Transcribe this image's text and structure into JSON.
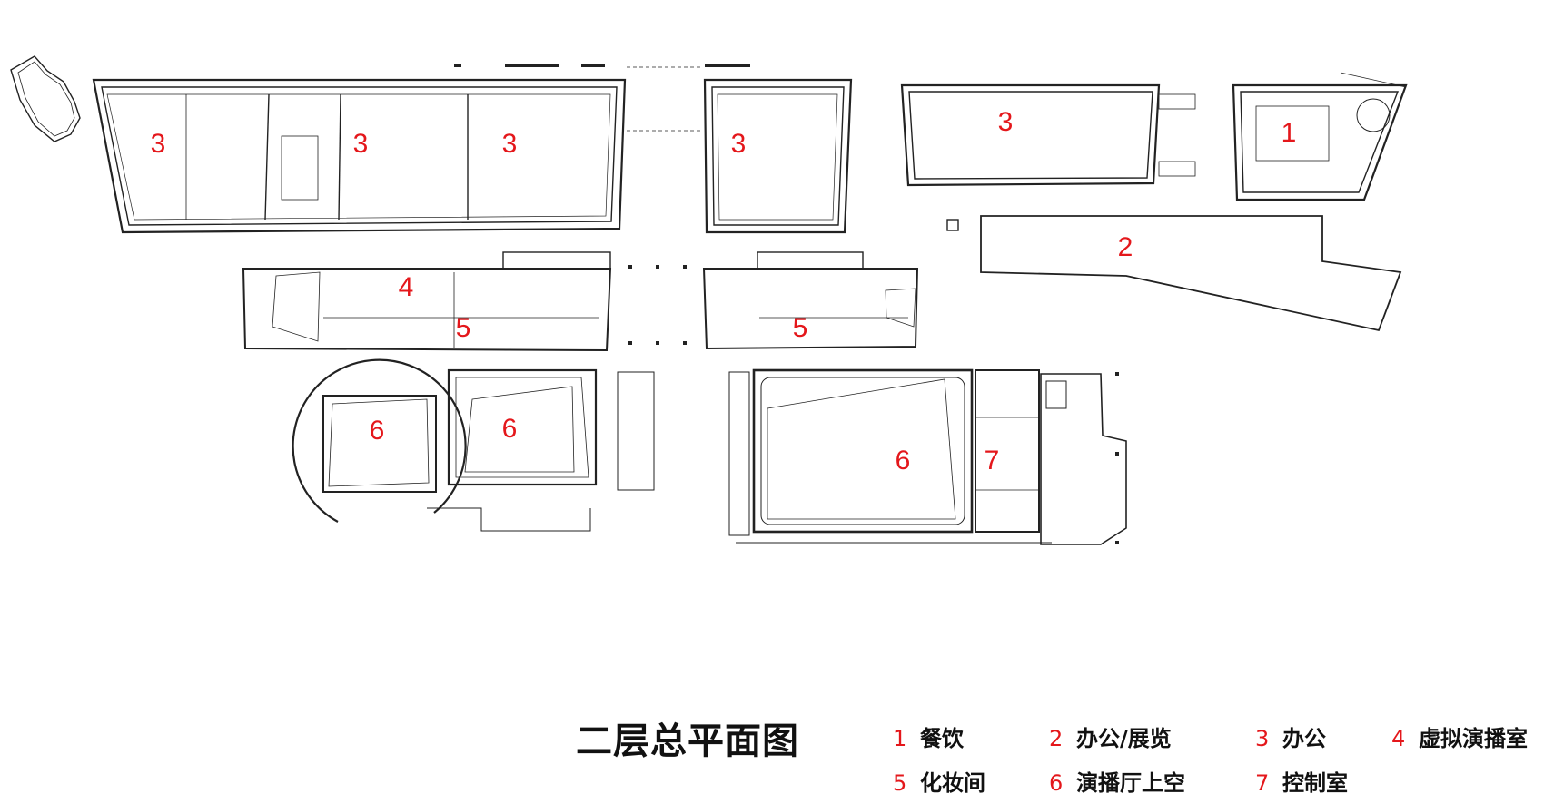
{
  "title": "二层总平面图",
  "colors": {
    "accent": "#e4171b",
    "line": "#222222",
    "grid": "#9a9a9a"
  },
  "labels": {
    "l3a": "3",
    "l3b": "3",
    "l3c": "3",
    "l3d": "3",
    "l3e": "3",
    "l1": "1",
    "l2": "2",
    "l4": "4",
    "l5a": "5",
    "l5b": "5",
    "l6a": "6",
    "l6b": "6",
    "l6c": "6",
    "l7": "7"
  },
  "legend": [
    {
      "num": "1",
      "text": "餐饮"
    },
    {
      "num": "2",
      "text": "办公/展览"
    },
    {
      "num": "3",
      "text": "办公"
    },
    {
      "num": "4",
      "text": "虚拟演播室"
    },
    {
      "num": "5",
      "text": "化妆间"
    },
    {
      "num": "6",
      "text": "演播厅上空"
    },
    {
      "num": "7",
      "text": "控制室"
    }
  ]
}
